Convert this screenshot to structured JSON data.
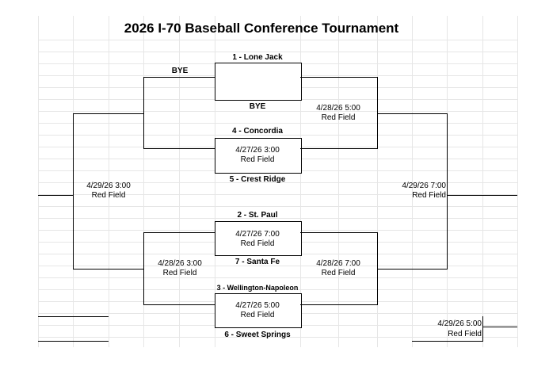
{
  "title": "2026 I-70 Baseball Conference Tournament",
  "teams": {
    "seed1": "1 - Lone Jack",
    "seed2": "2 - St. Paul",
    "seed3": "3 - Wellington-Napoleon",
    "seed4": "4 - Concordia",
    "seed5": "5 - Crest Ridge",
    "seed6": "6 -  Sweet Springs",
    "seed7": "7 - Santa Fe",
    "bye_left": "BYE",
    "bye_box": "BYE"
  },
  "games": {
    "g_4v5": {
      "datetime": "4/27/26 3:00",
      "field": "Red Field"
    },
    "g_2v7": {
      "datetime": "4/27/26 7:00",
      "field": "Red Field"
    },
    "g_3v6": {
      "datetime": "4/27/26 5:00",
      "field": "Red Field"
    },
    "g_top_semi": {
      "datetime": "4/28/26 5:00",
      "field": "Red Field"
    },
    "g_bot_left": {
      "datetime": "4/28/26 3:00",
      "field": "Red Field"
    },
    "g_bot_right": {
      "datetime": "4/28/26 7:00",
      "field": "Red Field"
    },
    "g_left_final": {
      "datetime": "4/29/26 3:00",
      "field": "Red Field"
    },
    "g_right_final": {
      "datetime": "4/29/26 7:00",
      "field": "Red Field"
    },
    "g_consolation": {
      "datetime": "4/29/26 5:00",
      "field": "Red Field"
    }
  }
}
